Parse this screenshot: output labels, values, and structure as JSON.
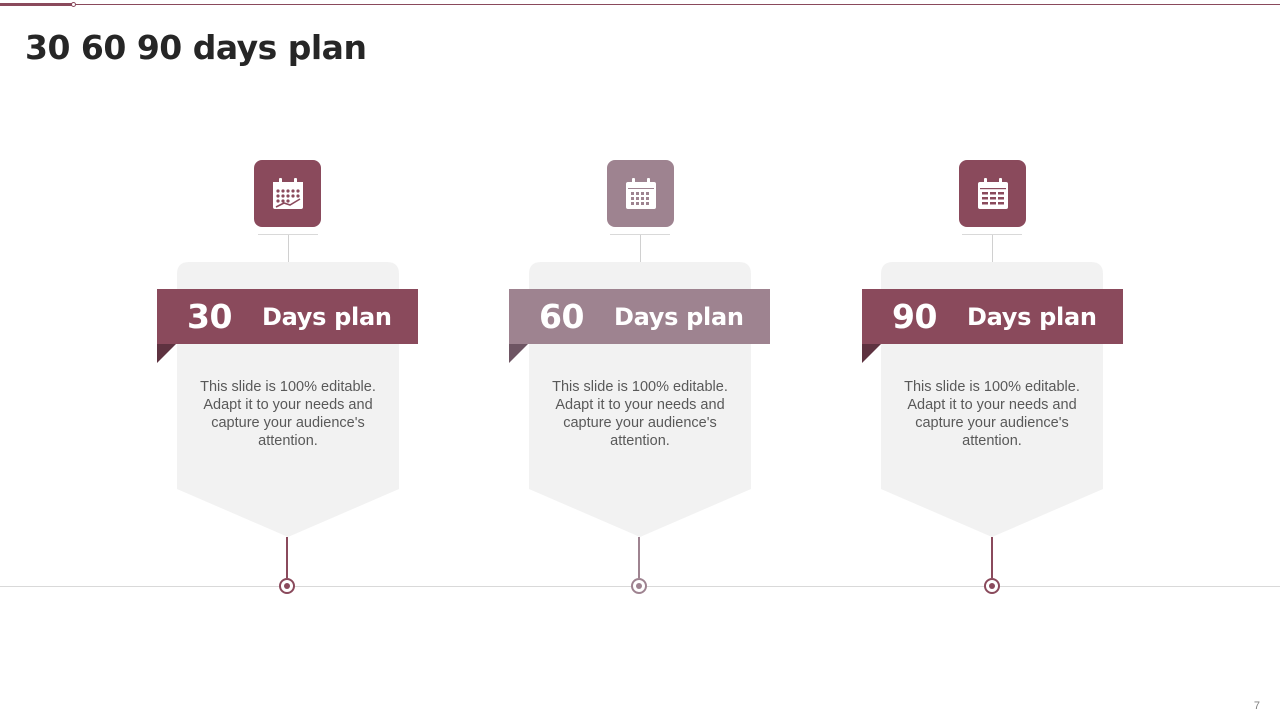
{
  "slide": {
    "title": "30 60 90 days plan",
    "page_number": "7"
  },
  "colors": {
    "primary": "#8a4a5c",
    "secondary": "#9e8390",
    "card_bg": "#f2f2f2"
  },
  "plans": [
    {
      "number": "30",
      "label": "Days plan",
      "text": "This slide is 100% editable. Adapt it to your needs and capture your audience's attention.",
      "icon": "calendar-chart-icon",
      "color": "#8a4a5c"
    },
    {
      "number": "60",
      "label": "Days plan",
      "text": "This slide is 100% editable. Adapt it to your needs and capture your audience's attention.",
      "icon": "calendar-icon",
      "color": "#9e8390"
    },
    {
      "number": "90",
      "label": "Days plan",
      "text": "This slide is 100% editable. Adapt it to your needs and capture your audience's attention.",
      "icon": "calendar-list-icon",
      "color": "#8a4a5c"
    }
  ]
}
